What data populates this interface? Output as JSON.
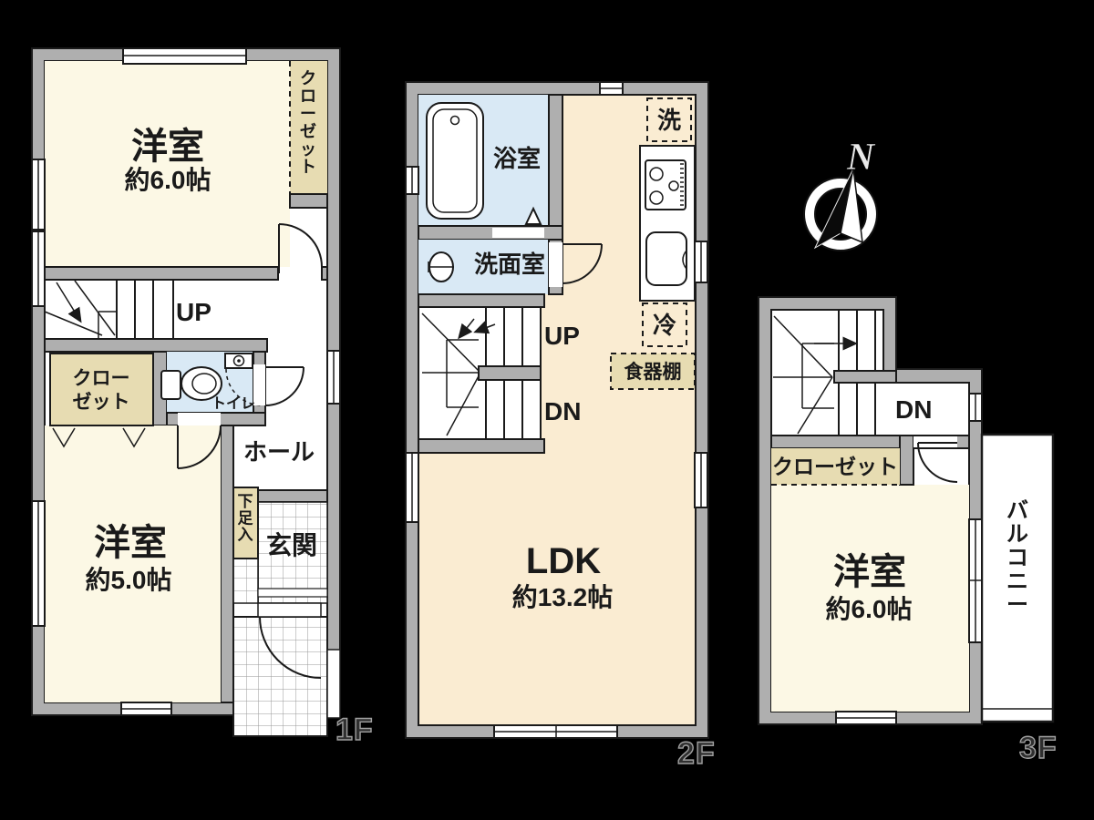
{
  "background": "#000000",
  "colors": {
    "wall": "#afafaf",
    "outline": "#1a1a1a",
    "floor_white": "#ffffff",
    "room_cream": "#fcf8e5",
    "room_peach": "#faecd2",
    "room_blue": "#d9e9f5",
    "closet_tan": "#e7dcb2",
    "tile_line": "#999999"
  },
  "compass": {
    "north_label": "N"
  },
  "floor1": {
    "label": "1F",
    "bedroom_large": {
      "name": "洋室",
      "size": "約6.0帖"
    },
    "closet_upper": "クローゼット",
    "stairs_up": "UP",
    "closet_lower_line1": "クロー",
    "closet_lower_line2": "ゼット",
    "toilet": "トイレ",
    "hall": "ホール",
    "shoe_cabinet": "下足入",
    "entrance": "玄関",
    "bedroom_small": {
      "name": "洋室",
      "size": "約5.0帖"
    }
  },
  "floor2": {
    "label": "2F",
    "bathroom": "浴室",
    "washroom": "洗面室",
    "washer": "洗",
    "stairs_up": "UP",
    "stairs_down": "DN",
    "refrigerator": "冷",
    "cupboard": "食器棚",
    "ldk": {
      "name": "LDK",
      "size": "約13.2帖"
    }
  },
  "floor3": {
    "label": "3F",
    "stairs_down": "DN",
    "closet": "クローゼット",
    "bedroom": {
      "name": "洋室",
      "size": "約6.0帖"
    },
    "balcony": "バルコニー"
  }
}
